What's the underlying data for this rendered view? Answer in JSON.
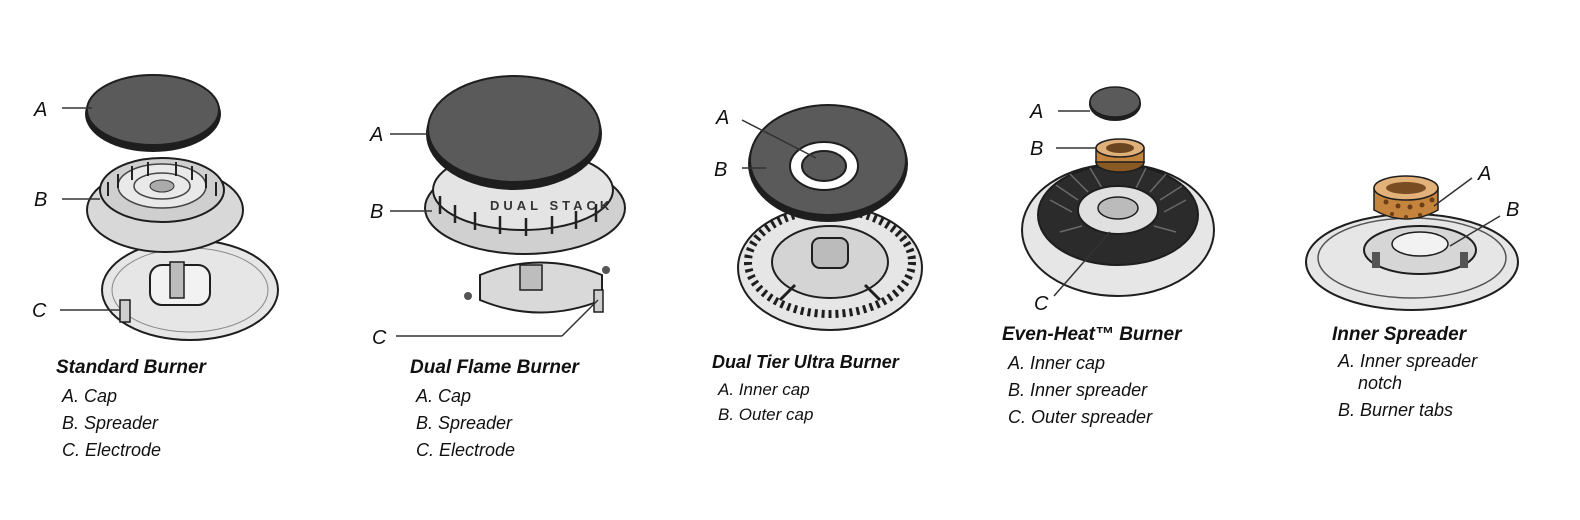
{
  "panels": [
    {
      "title": "Standard Burner",
      "items": [
        "A. Cap",
        "B. Spreader",
        "C. Electrode"
      ],
      "callouts": [
        "A",
        "B",
        "C"
      ]
    },
    {
      "title": "Dual Flame Burner",
      "items": [
        "A. Cap",
        "B. Spreader",
        "C. Electrode"
      ],
      "callouts": [
        "A",
        "B",
        "C"
      ],
      "embossed_text": "DUAL STACK"
    },
    {
      "title": "Dual Tier Ultra Burner",
      "items": [
        "A. Inner cap",
        "B. Outer cap"
      ],
      "callouts": [
        "A",
        "B"
      ]
    },
    {
      "title": "Even-Heat™ Burner",
      "items": [
        "A. Inner cap",
        "B. Inner spreader",
        "C. Outer spreader"
      ],
      "callouts": [
        "A",
        "B",
        "C"
      ]
    },
    {
      "title": "Inner Spreader",
      "items": [
        "A. Inner spreader",
        "notch",
        "B. Burner tabs"
      ],
      "callouts": [
        "A",
        "B"
      ]
    }
  ],
  "colors": {
    "cap_dark": "#5a5a5a",
    "metal_light": "#e4e4e4",
    "outline": "#1e1e1e",
    "brass": "#c4843d"
  }
}
